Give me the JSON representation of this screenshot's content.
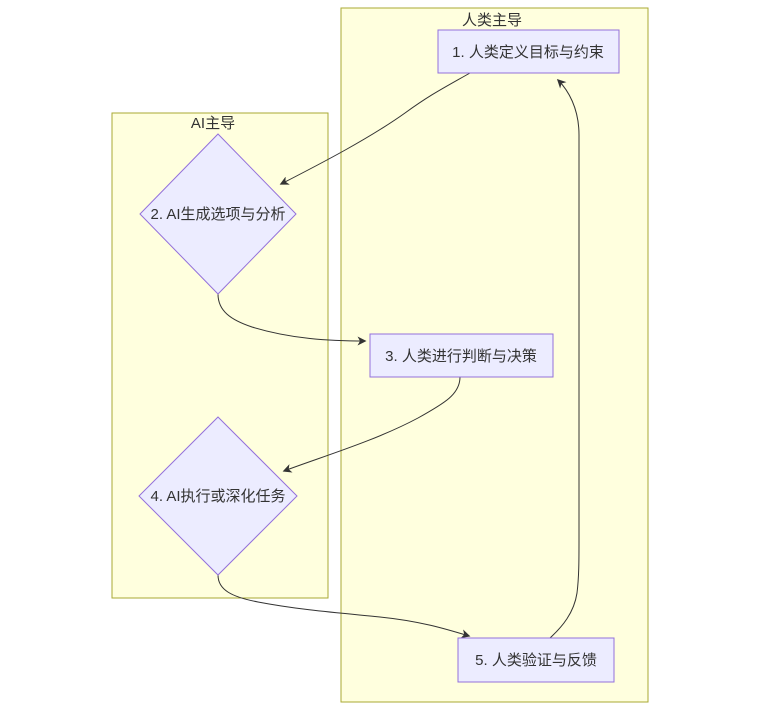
{
  "diagram": {
    "type": "flowchart",
    "clusters": [
      {
        "id": "human",
        "label": "人类主导"
      },
      {
        "id": "ai",
        "label": "AI主导"
      }
    ],
    "nodes": [
      {
        "id": "1",
        "label": "1. 人类定义目标与约束",
        "shape": "rect",
        "cluster": "human"
      },
      {
        "id": "2",
        "label": "2. AI生成选项与分析",
        "shape": "diamond",
        "cluster": "ai"
      },
      {
        "id": "3",
        "label": "3. 人类进行判断与决策",
        "shape": "rect",
        "cluster": "human"
      },
      {
        "id": "4",
        "label": "4. AI执行或深化任务",
        "shape": "diamond",
        "cluster": "ai"
      },
      {
        "id": "5",
        "label": "5. 人类验证与反馈",
        "shape": "rect",
        "cluster": "human"
      }
    ],
    "edges": [
      {
        "from": "1",
        "to": "2"
      },
      {
        "from": "2",
        "to": "3"
      },
      {
        "from": "3",
        "to": "4"
      },
      {
        "from": "4",
        "to": "5"
      },
      {
        "from": "5",
        "to": "1"
      }
    ],
    "colors": {
      "cluster_fill": "#ffffde",
      "cluster_border": "#aaaa33",
      "node_fill": "#ececff",
      "node_border": "#9370db",
      "edge_color": "#333333",
      "text_color": "#333333"
    }
  }
}
